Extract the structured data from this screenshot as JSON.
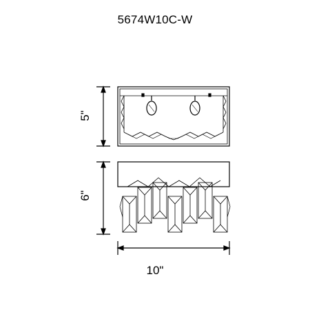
{
  "title": "5674W10C-W",
  "dimensions": {
    "height_top_view": "5\"",
    "height_front_view": "6\"",
    "width": "10\""
  }
}
